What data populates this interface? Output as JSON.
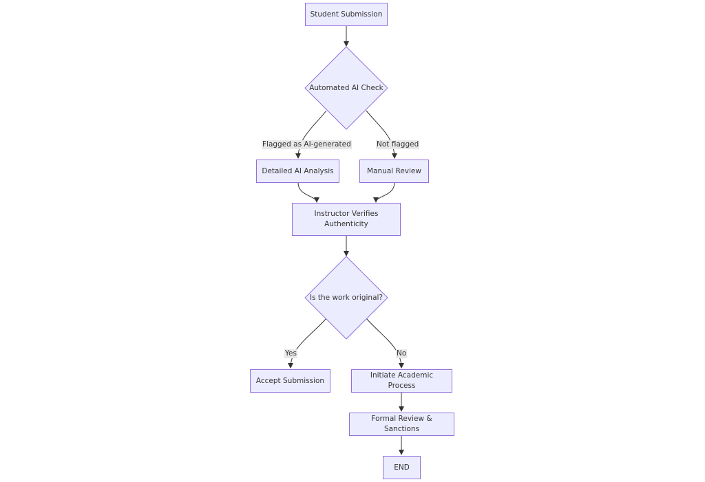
{
  "colors": {
    "node_fill": "#ececff",
    "node_stroke": "#9370db",
    "edge": "#333333",
    "label_bg": "#e8e8e8"
  },
  "nodes": {
    "student_submission": "Student Submission",
    "automated_ai_check": "Automated AI Check",
    "detailed_ai_analysis": "Detailed AI Analysis",
    "manual_review": "Manual Review",
    "instructor_verifies": "Instructor Verifies Authenticity",
    "is_work_original": "Is the work original?",
    "accept_submission": "Accept Submission",
    "initiate_academic_process": "Initiate Academic Process",
    "formal_review_sanctions": "Formal Review & Sanctions",
    "end": "END"
  },
  "edge_labels": {
    "flagged": "Flagged as AI-generated",
    "not_flagged": "Not flagged",
    "yes": "Yes",
    "no": "No"
  }
}
